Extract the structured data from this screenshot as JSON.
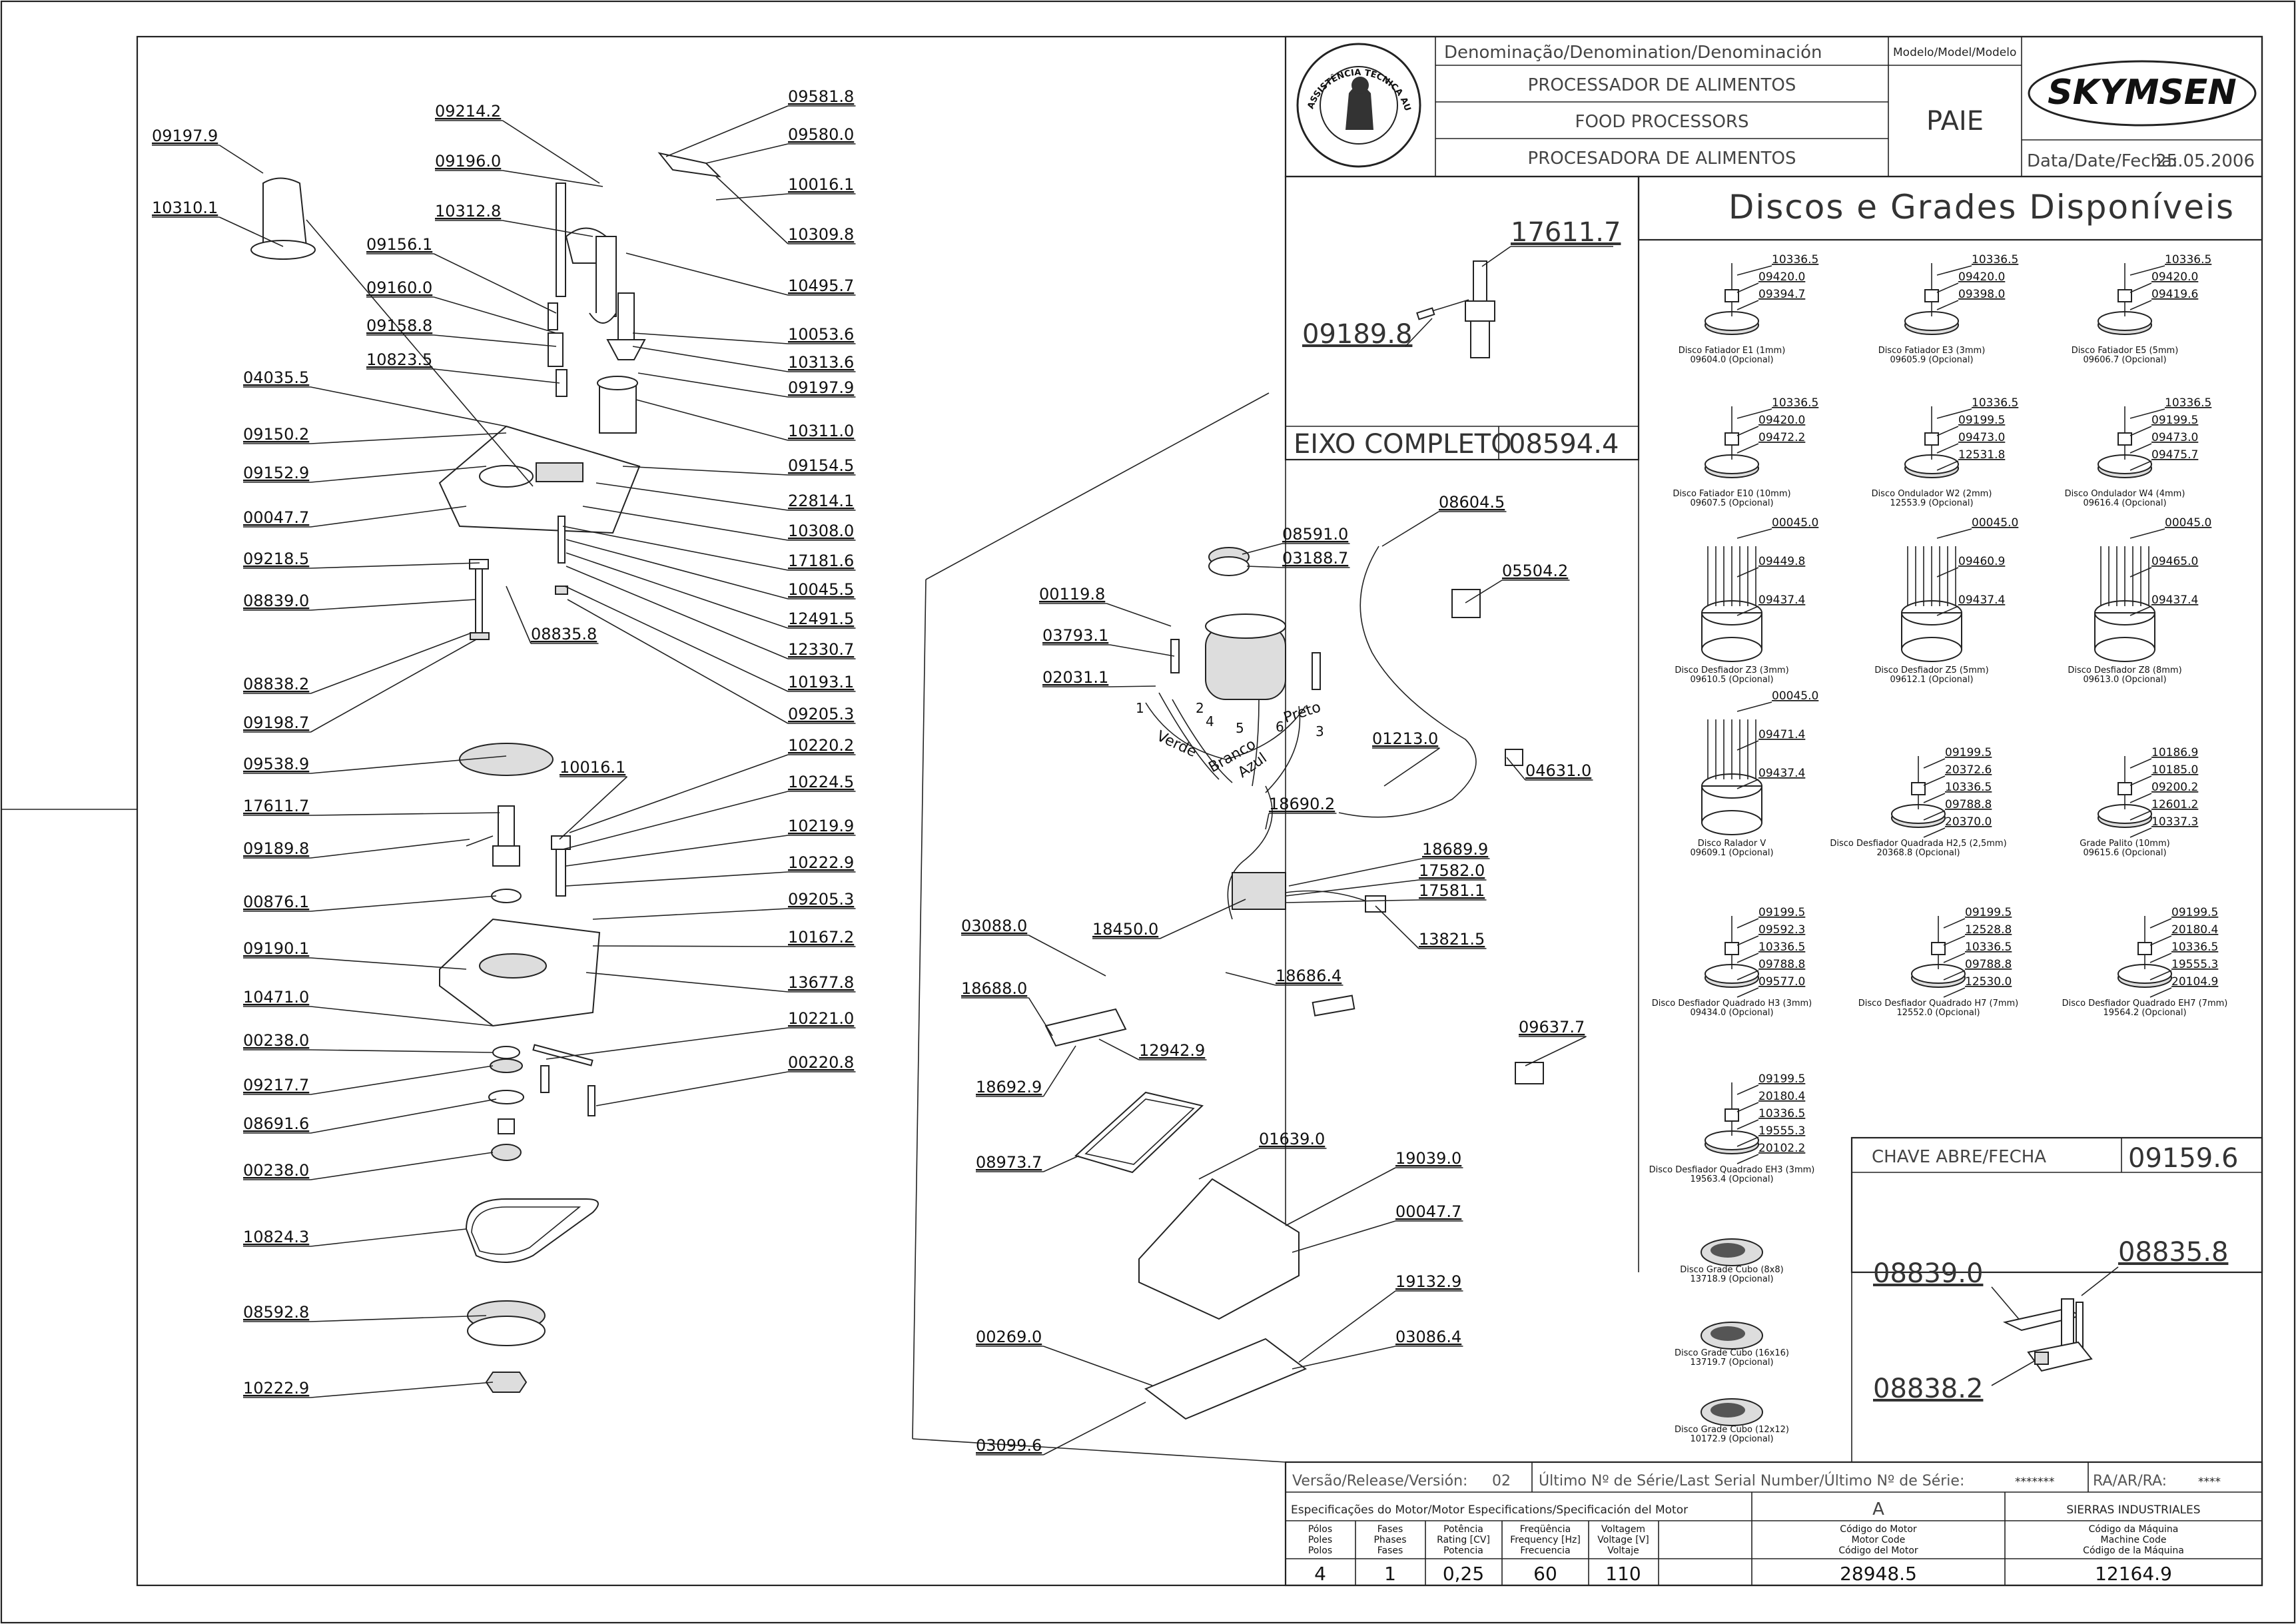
{
  "title_block": {
    "denomination_header": "Denominação/Denomination/Denominación",
    "name_pt": "PROCESSADOR DE ALIMENTOS",
    "name_en": "FOOD PROCESSORS",
    "name_es": "PROCESADORA DE ALIMENTOS",
    "model_header": "Modelo/Model/Modelo",
    "model": "PAIE",
    "brand": "SKYMSEN",
    "date_label": "Data/Date/Fecha:",
    "date": "25.05.2006",
    "seal_text": "ASSISTÊNCIA TÉCNICA AUTORIZADA"
  },
  "eixo": {
    "title": "EIXO COMPLETO",
    "code": "08594.4",
    "part_top": "17611.7",
    "part_left": "09189.8"
  },
  "discs": {
    "title": "Discos e Grades Disponíveis",
    "items": [
      {
        "name": "Disco Fatiador E1 (1mm)",
        "code": "09604.0 (Opcional)",
        "parts": [
          "10336.5",
          "09420.0",
          "09394.7"
        ]
      },
      {
        "name": "Disco Fatiador E3 (3mm)",
        "code": "09605.9 (Opcional)",
        "parts": [
          "10336.5",
          "09420.0",
          "09398.0"
        ]
      },
      {
        "name": "Disco Fatiador E5 (5mm)",
        "code": "09606.7 (Opcional)",
        "parts": [
          "10336.5",
          "09420.0",
          "09419.6"
        ]
      },
      {
        "name": "Disco Fatiador E10 (10mm)",
        "code": "09607.5 (Opcional)",
        "parts": [
          "10336.5",
          "09420.0",
          "09472.2"
        ]
      },
      {
        "name": "Disco Ondulador W2 (2mm)",
        "code": "12553.9 (Opcional)",
        "parts": [
          "10336.5",
          "09199.5",
          "09473.0",
          "12531.8"
        ]
      },
      {
        "name": "Disco Ondulador W4 (4mm)",
        "code": "09616.4 (Opcional)",
        "parts": [
          "10336.5",
          "09199.5",
          "09473.0",
          "09475.7"
        ]
      },
      {
        "name": "Disco Desfiador Z3 (3mm)",
        "code": "09610.5 (Opcional)",
        "parts": [
          "00045.0",
          "09449.8",
          "09437.4"
        ]
      },
      {
        "name": "Disco Desfiador Z5 (5mm)",
        "code": "09612.1 (Opcional)",
        "parts": [
          "00045.0",
          "09460.9",
          "09437.4"
        ]
      },
      {
        "name": "Disco Desfiador Z8 (8mm)",
        "code": "09613.0 (Opcional)",
        "parts": [
          "00045.0",
          "09465.0",
          "09437.4"
        ]
      },
      {
        "name": "Disco Ralador V",
        "code": "09609.1 (Opcional)",
        "parts": [
          "00045.0",
          "09471.4",
          "09437.4"
        ]
      },
      {
        "name": "Disco Desfiador Quadrada H2,5 (2,5mm)",
        "code": "20368.8 (Opcional)",
        "parts": [
          "09199.5",
          "20372.6",
          "10336.5",
          "09788.8",
          "20370.0"
        ]
      },
      {
        "name": "Grade Palito (10mm)",
        "code": "09615.6 (Opcional)",
        "parts": [
          "10186.9",
          "10185.0",
          "09200.2",
          "12601.2",
          "10337.3"
        ]
      },
      {
        "name": "Disco Desfiador Quadrado H3 (3mm)",
        "code": "09434.0 (Opcional)",
        "parts": [
          "09199.5",
          "09592.3",
          "10336.5",
          "09788.8",
          "09577.0"
        ]
      },
      {
        "name": "Disco Desfiador Quadrado H7 (7mm)",
        "code": "12552.0 (Opcional)",
        "parts": [
          "09199.5",
          "12528.8",
          "10336.5",
          "09788.8",
          "12530.0"
        ]
      },
      {
        "name": "Disco Desfiador Quadrado EH7 (7mm)",
        "code": "19564.2 (Opcional)",
        "parts": [
          "09199.5",
          "20180.4",
          "10336.5",
          "19555.3",
          "20104.9"
        ]
      },
      {
        "name": "Disco Desfiador Quadrado EH3 (3mm)",
        "code": "19563.4 (Opcional)",
        "parts": [
          "09199.5",
          "20180.4",
          "10336.5",
          "19555.3",
          "20102.2"
        ]
      },
      {
        "name": "Disco Grade Cubo (8x8)",
        "code": "13718.9 (Opcional)",
        "parts": []
      },
      {
        "name": "Disco Grade Cubo (16x16)",
        "code": "13719.7 (Opcional)",
        "parts": []
      },
      {
        "name": "Disco Grade Cubo (12x12)",
        "code": "10172.9 (Opcional)",
        "parts": []
      }
    ]
  },
  "chave": {
    "title": "CHAVE ABRE/FECHA",
    "code": "09159.6",
    "parts": [
      "08839.0",
      "08835.8",
      "08838.2"
    ]
  },
  "left_labels": [
    "09197.9",
    "10310.1",
    "09214.2",
    "09196.0",
    "10312.8",
    "09156.1",
    "09160.0",
    "09158.8",
    "10823.5",
    "04035.5",
    "09150.2",
    "09152.9",
    "00047.7",
    "09218.5",
    "08839.0",
    "08835.8",
    "08838.2",
    "09198.7",
    "09538.9",
    "10016.1",
    "17611.7",
    "09189.8",
    "00876.1",
    "09190.1",
    "10471.0",
    "00238.0",
    "09217.7",
    "08691.6",
    "00238.0",
    "10824.3",
    "08592.8",
    "10222.9"
  ],
  "right_labels": [
    "09581.8",
    "09580.0",
    "10016.1",
    "10309.8",
    "10495.7",
    "10053.6",
    "10313.6",
    "09197.9",
    "10311.0",
    "09154.5",
    "22814.1",
    "10308.0",
    "17181.6",
    "10045.5",
    "12491.5",
    "12330.7",
    "10193.1",
    "09205.3",
    "10220.2",
    "10224.5",
    "10219.9",
    "10222.9",
    "09205.3",
    "10167.2",
    "13677.8",
    "10221.0",
    "00220.8"
  ],
  "middle_labels": [
    "08591.0",
    "03188.7",
    "08604.5",
    "05504.2",
    "00119.8",
    "03793.1",
    "02031.1",
    "01213.0",
    "04631.0",
    "18690.2",
    "18689.9",
    "17582.0",
    "17581.1",
    "18450.0",
    "13821.5",
    "03088.0",
    "18688.0",
    "18686.4",
    "12942.9",
    "18692.9",
    "09637.7",
    "08973.7",
    "01639.0",
    "19039.0",
    "00047.7",
    "19132.9",
    "00269.0",
    "03086.4",
    "03099.6"
  ],
  "wire_colors": [
    "Preto",
    "Verde",
    "Branco",
    "Azul"
  ],
  "wire_numbers": [
    "1",
    "2",
    "4",
    "5",
    "6",
    "3"
  ],
  "bottom": {
    "version_label": "Versão/Release/Versión:",
    "version": "02",
    "serial_label": "Último Nº de Série/Last Serial Number/Último Nº de Série:",
    "serial": "*******",
    "ra_label": "RA/AR/RA:",
    "ra": "****",
    "motor_spec_label": "Especificações do Motor/Motor Especifications/Specificación del Motor",
    "spec_code": "A",
    "company": "SIERRAS INDUSTRIALES",
    "cols": [
      {
        "h1": "Pólos",
        "h2": "Poles",
        "h3": "Polos",
        "val": "4"
      },
      {
        "h1": "Fases",
        "h2": "Phases",
        "h3": "Fases",
        "val": "1"
      },
      {
        "h1": "Potência",
        "h2": "Rating [CV]",
        "h3": "Potencia",
        "val": "0,25"
      },
      {
        "h1": "Freqüência",
        "h2": "Frequency [Hz]",
        "h3": "Frecuencia",
        "val": "60"
      },
      {
        "h1": "Voltagem",
        "h2": "Voltage [V]",
        "h3": "Voltaje",
        "val": "110"
      },
      {
        "h1": "Código do Motor",
        "h2": "Motor Code",
        "h3": "Código del Motor",
        "val": "28948.5"
      },
      {
        "h1": "Código da Máquina",
        "h2": "Machine Code",
        "h3": "Código de la Máquina",
        "val": "12164.9"
      }
    ]
  }
}
